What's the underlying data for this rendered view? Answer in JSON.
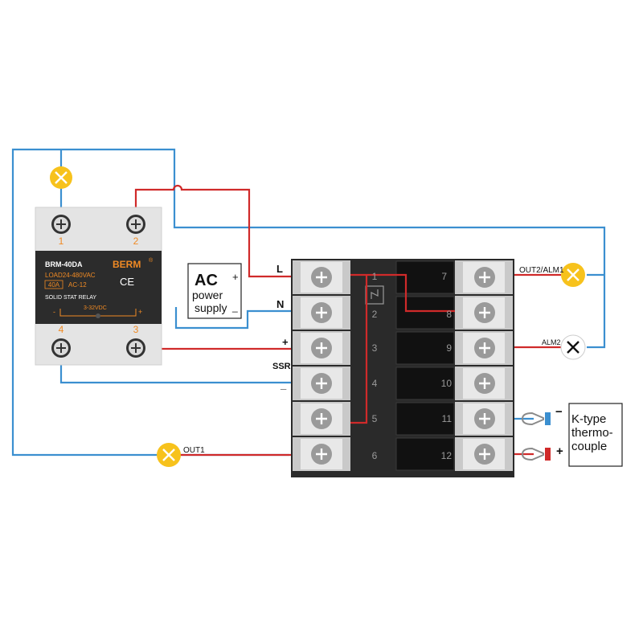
{
  "relay": {
    "model": "BRM-40DA",
    "brand": "BERM",
    "brand_mark": "®",
    "load": "LOAD24-480VAC",
    "current": "40A",
    "ac_type": "AC-12",
    "ce_mark": "CE",
    "type_label": "SOLID STAT RELAY",
    "control_voltage": "3-32VDC",
    "minus_sign": "-",
    "plus_sign": "+",
    "terminals": [
      "1",
      "2",
      "4",
      "3"
    ]
  },
  "power_supply": {
    "title": "AC",
    "line1": "power",
    "line2": "supply",
    "plus": "+",
    "minus": "_"
  },
  "controller": {
    "left_numbers": [
      "1",
      "2",
      "3",
      "4",
      "5",
      "6"
    ],
    "right_numbers": [
      "7",
      "8",
      "9",
      "10",
      "11",
      "12"
    ]
  },
  "wire_labels": {
    "L": "L",
    "N": "N",
    "ssr_plus": "+",
    "ssr": "SSR",
    "ssr_minus": "_",
    "out2_alm1": "OUT2/ALM1",
    "alm2": "ALM2",
    "out1": "OUT1",
    "tc_minus": "−",
    "tc_plus": "+"
  },
  "thermocouple": {
    "line1": "K-type",
    "line2": "thermo-",
    "line3": "couple"
  },
  "colors": {
    "blue_wire": "#3b8fd0",
    "red_wire": "#d02a2a",
    "lamp": "#f7c21c",
    "controller_body": "#2a2a2a",
    "terminal": "#c9c9c9",
    "relay_body": "#e4e4e4",
    "relay_label": "#2c2c2c",
    "relay_accent": "#f08a24"
  }
}
